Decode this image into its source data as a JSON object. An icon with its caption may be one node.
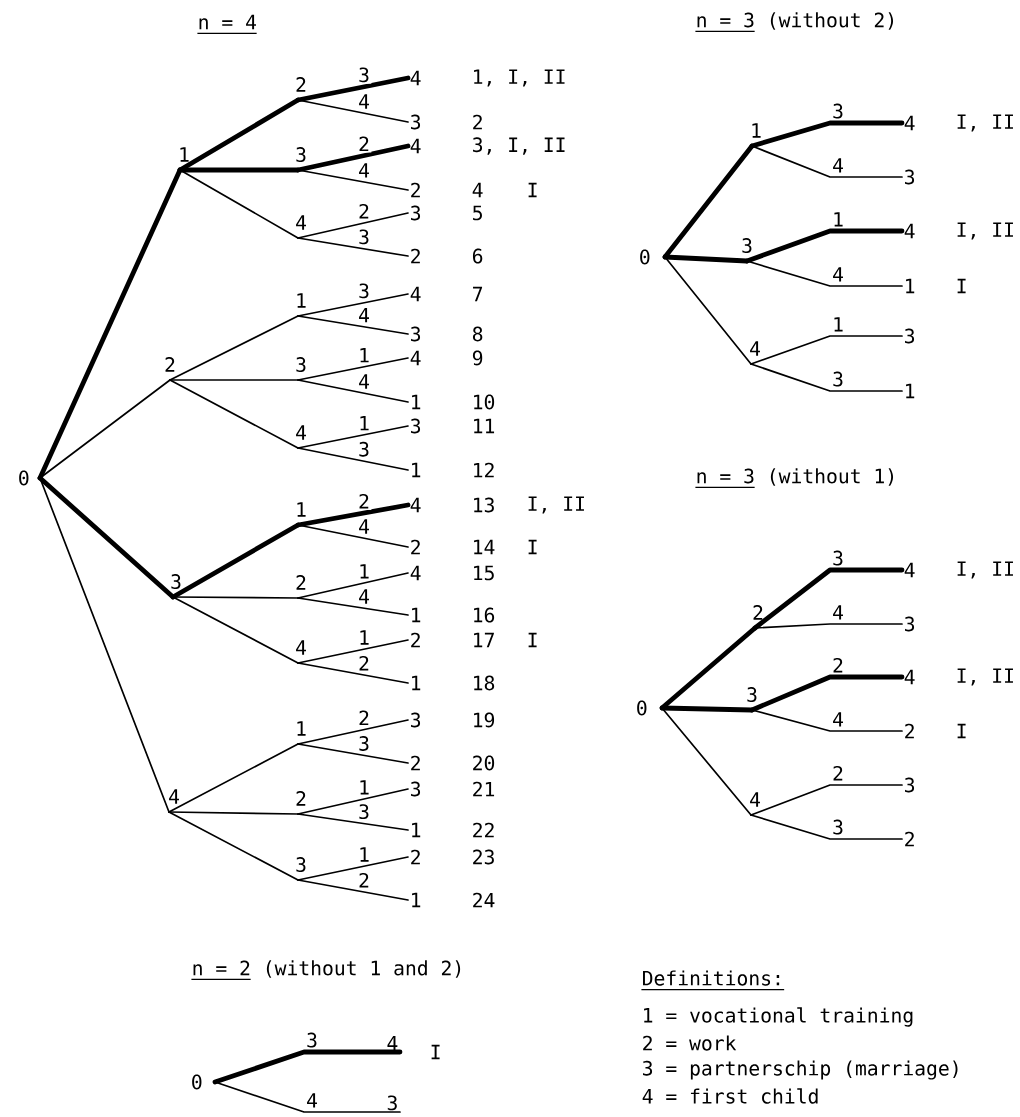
{
  "diagram": {
    "nodes": [
      {
        "text": [
          "0"
        ]
      },
      {
        "text": [
          "1"
        ]
      },
      {
        "text": [
          "2"
        ]
      },
      {
        "text": [
          "3"
        ]
      },
      {
        "text": [
          "4"
        ]
      },
      {
        "text": [
          "2"
        ]
      },
      {
        "text": [
          "3"
        ]
      },
      {
        "text": [
          "4"
        ]
      },
      {
        "text": [
          "1"
        ]
      },
      {
        "text": [
          "3"
        ]
      },
      {
        "text": [
          "4"
        ]
      },
      {
        "text": [
          "1"
        ]
      },
      {
        "text": [
          "2"
        ]
      },
      {
        "text": [
          "4"
        ]
      },
      {
        "text": [
          "1"
        ]
      },
      {
        "text": [
          "2"
        ]
      },
      {
        "text": [
          "3"
        ]
      },
      {
        "text": [
          "4"
        ],
        "beside": [
          "1, I, II"
        ]
      },
      {
        "text": [
          "3"
        ],
        "beside": [
          "2"
        ]
      },
      {
        "text": [
          "4"
        ],
        "beside": [
          "3, I, II"
        ]
      },
      {
        "text": [
          "2"
        ],
        "beside": [
          "4",
          "I"
        ]
      },
      {
        "text": [
          "3"
        ],
        "beside": [
          "5"
        ]
      },
      {
        "text": [
          "2"
        ],
        "beside": [
          "6"
        ]
      },
      {
        "text": [
          "4"
        ],
        "beside": [
          "7"
        ]
      },
      {
        "text": [
          "3"
        ],
        "beside": [
          "8"
        ]
      },
      {
        "text": [
          "4"
        ],
        "beside": [
          "9"
        ]
      },
      {
        "text": [
          "1"
        ],
        "beside": [
          "10"
        ]
      },
      {
        "text": [
          "3"
        ],
        "beside": [
          "11"
        ]
      },
      {
        "text": [
          "1"
        ],
        "beside": [
          "12"
        ]
      },
      {
        "text": [
          "4"
        ],
        "beside": [
          "13",
          "I, II"
        ]
      },
      {
        "text": [
          "2"
        ],
        "beside": [
          "14",
          "I"
        ]
      },
      {
        "text": [
          "4"
        ],
        "beside": [
          "15"
        ]
      },
      {
        "text": [
          "1"
        ],
        "beside": [
          "16"
        ]
      },
      {
        "text": [
          "2"
        ],
        "beside": [
          "17",
          "I"
        ]
      },
      {
        "text": [
          "1"
        ],
        "beside": [
          "18"
        ]
      },
      {
        "text": [
          "3"
        ],
        "beside": [
          "19"
        ]
      },
      {
        "text": [
          "2"
        ],
        "beside": [
          "20"
        ]
      },
      {
        "text": [
          "3"
        ],
        "beside": [
          "21"
        ]
      },
      {
        "text": [
          "1"
        ],
        "beside": [
          "22"
        ]
      },
      {
        "text": [
          "2"
        ],
        "beside": [
          "23"
        ]
      },
      {
        "text": [
          "1"
        ],
        "beside": [
          "24"
        ]
      },
      {
        "text": [
          "0"
        ]
      },
      {
        "text": [
          "1"
        ]
      },
      {
        "text": [
          "3"
        ]
      },
      {
        "text": [
          "4"
        ]
      },
      {
        "text": [
          "4"
        ],
        "beside": [
          "I, II"
        ]
      },
      {
        "text": [
          "3"
        ]
      },
      {
        "text": [
          "4"
        ],
        "beside": [
          "I, II"
        ]
      },
      {
        "text": [
          "1"
        ],
        "beside": [
          "I"
        ]
      },
      {
        "text": [
          "3"
        ]
      },
      {
        "text": [
          "1"
        ]
      },
      {
        "text": [
          "0"
        ]
      },
      {
        "text": [
          "2"
        ]
      },
      {
        "text": [
          "3"
        ]
      },
      {
        "text": [
          "4"
        ]
      },
      {
        "text": [
          "4"
        ],
        "beside": [
          "I, II"
        ]
      },
      {
        "text": [
          "3"
        ]
      },
      {
        "text": [
          "4"
        ],
        "beside": [
          "I, II"
        ]
      },
      {
        "text": [
          "2"
        ],
        "beside": [
          "I"
        ]
      },
      {
        "text": [
          "3"
        ]
      },
      {
        "text": [
          "2"
        ]
      },
      {
        "text": [
          "0"
        ]
      },
      {
        "text": [
          "4"
        ],
        "beside": [
          "I"
        ]
      },
      {
        "text": [
          "3"
        ]
      }
    ],
    "edges": [
      {
        "from": 0,
        "to": 1,
        "arrow": "none",
        "style": "thick"
      },
      {
        "from": 0,
        "to": 2,
        "arrow": "none"
      },
      {
        "from": 0,
        "to": 3,
        "arrow": "none",
        "style": "thick"
      },
      {
        "from": 0,
        "to": 4,
        "arrow": "none"
      },
      {
        "from": 1,
        "to": 5,
        "arrow": "none",
        "style": "thick"
      },
      {
        "from": 1,
        "to": 6,
        "arrow": "none",
        "style": "thick"
      },
      {
        "from": 1,
        "to": 7,
        "arrow": "none"
      },
      {
        "from": 2,
        "to": 8,
        "arrow": "none"
      },
      {
        "from": 2,
        "to": 9,
        "arrow": "none"
      },
      {
        "from": 2,
        "to": 10,
        "arrow": "none"
      },
      {
        "from": 3,
        "to": 11,
        "arrow": "none",
        "style": "thick"
      },
      {
        "from": 3,
        "to": 12,
        "arrow": "none"
      },
      {
        "from": 3,
        "to": 13,
        "arrow": "none"
      },
      {
        "from": 4,
        "to": 14,
        "arrow": "none"
      },
      {
        "from": 4,
        "to": 15,
        "arrow": "none"
      },
      {
        "from": 4,
        "to": 16,
        "arrow": "none"
      },
      {
        "from": 5,
        "to": 17,
        "label": "3",
        "arrow": "none",
        "style": "thick"
      },
      {
        "from": 5,
        "to": 18,
        "label": "4",
        "arrow": "none"
      },
      {
        "from": 6,
        "to": 19,
        "label": "2",
        "arrow": "none",
        "style": "thick"
      },
      {
        "from": 6,
        "to": 20,
        "label": "4",
        "arrow": "none"
      },
      {
        "from": 7,
        "to": 21,
        "label": "2",
        "arrow": "none"
      },
      {
        "from": 7,
        "to": 22,
        "label": "3",
        "arrow": "none"
      },
      {
        "from": 8,
        "to": 23,
        "label": "3",
        "arrow": "none"
      },
      {
        "from": 8,
        "to": 24,
        "label": "4",
        "arrow": "none"
      },
      {
        "from": 9,
        "to": 25,
        "label": "1",
        "arrow": "none"
      },
      {
        "from": 9,
        "to": 26,
        "label": "4",
        "arrow": "none"
      },
      {
        "from": 10,
        "to": 27,
        "label": "1",
        "arrow": "none"
      },
      {
        "from": 10,
        "to": 28,
        "label": "3",
        "arrow": "none"
      },
      {
        "from": 11,
        "to": 29,
        "label": "2",
        "arrow": "none",
        "style": "thick"
      },
      {
        "from": 11,
        "to": 30,
        "label": "4",
        "arrow": "none"
      },
      {
        "from": 12,
        "to": 31,
        "label": "1",
        "arrow": "none"
      },
      {
        "from": 12,
        "to": 32,
        "label": "4",
        "arrow": "none"
      },
      {
        "from": 13,
        "to": 33,
        "label": "1",
        "arrow": "none"
      },
      {
        "from": 13,
        "to": 34,
        "label": "2",
        "arrow": "none"
      },
      {
        "from": 14,
        "to": 35,
        "label": "2",
        "arrow": "none"
      },
      {
        "from": 14,
        "to": 36,
        "label": "3",
        "arrow": "none"
      },
      {
        "from": 15,
        "to": 37,
        "label": "1",
        "arrow": "none"
      },
      {
        "from": 15,
        "to": 38,
        "label": "3",
        "arrow": "none"
      },
      {
        "from": 16,
        "to": 39,
        "label": "1",
        "arrow": "none"
      },
      {
        "from": 16,
        "to": 40,
        "label": "2",
        "arrow": "none"
      },
      {
        "from": 41,
        "to": 42,
        "arrow": "none",
        "style": "thick"
      },
      {
        "from": 41,
        "to": 43,
        "arrow": "none",
        "style": "thick"
      },
      {
        "from": 41,
        "to": 44,
        "arrow": "none"
      },
      {
        "from": 42,
        "to": 45,
        "label": "3",
        "arrow": "none",
        "style": "thick"
      },
      {
        "from": 42,
        "to": 46,
        "label": "4",
        "arrow": "none"
      },
      {
        "from": 43,
        "to": 47,
        "label": "1",
        "arrow": "none",
        "style": "thick"
      },
      {
        "from": 43,
        "to": 48,
        "label": "4",
        "arrow": "none"
      },
      {
        "from": 44,
        "to": 49,
        "label": "1",
        "arrow": "none"
      },
      {
        "from": 44,
        "to": 50,
        "label": "3",
        "arrow": "none"
      },
      {
        "from": 51,
        "to": 52,
        "arrow": "none",
        "style": "thick"
      },
      {
        "from": 51,
        "to": 53,
        "arrow": "none",
        "style": "thick"
      },
      {
        "from": 51,
        "to": 54,
        "arrow": "none"
      },
      {
        "from": 52,
        "to": 55,
        "label": "3",
        "arrow": "none",
        "style": "thick"
      },
      {
        "from": 52,
        "to": 56,
        "label": "4",
        "arrow": "none"
      },
      {
        "from": 53,
        "to": 57,
        "label": "2",
        "arrow": "none",
        "style": "thick"
      },
      {
        "from": 53,
        "to": 58,
        "label": "4",
        "arrow": "none"
      },
      {
        "from": 54,
        "to": 59,
        "label": "2",
        "arrow": "none"
      },
      {
        "from": 54,
        "to": 60,
        "label": "3",
        "arrow": "none"
      },
      {
        "from": 61,
        "to": 62,
        "label": "3",
        "arrow": "none",
        "style": "thick"
      },
      {
        "from": 61,
        "to": 63,
        "label": "4",
        "arrow": "none"
      }
    ],
    "labels": [
      "n = 4",
      "n = 3 (without 2)",
      "n = 3 (without 1)",
      "n = 2 (without 1 and 2)",
      "Definitions:",
      "1 = vocational training",
      "2 = work",
      "3 = partnerschip (marriage)",
      "4 = first child"
    ]
  }
}
